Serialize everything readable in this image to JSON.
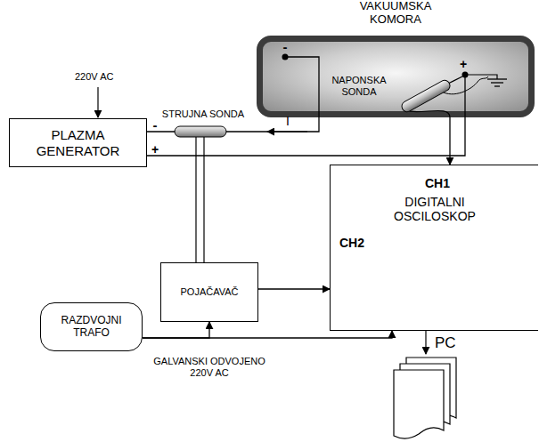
{
  "diagram": {
    "nodes": [
      {
        "text": [
          "VAKUUMSKA KOMORA"
        ]
      },
      {
        "text": [
          "PLAZMA GENERATOR"
        ]
      },
      {
        "text": [
          "CH1",
          "DIGITALNI OSCILOSKOP",
          "CH2"
        ]
      },
      {
        "text": [
          "POJAČAVAČ"
        ]
      },
      {
        "text": [
          "RAZDVOJNI TRAFO"
        ]
      }
    ],
    "edges": [
      {
        "from": 1,
        "to": 0,
        "arrow": "none"
      },
      {
        "from": 1,
        "to": 0,
        "arrow": "none"
      },
      {
        "from": 0,
        "to": 2,
        "arrow": "to"
      },
      {
        "from": 3,
        "to": 2,
        "arrow": "to"
      },
      {
        "from": 4,
        "to": 3,
        "arrow": "to"
      },
      {
        "from": 4,
        "to": 2,
        "arrow": "to"
      }
    ],
    "labels": [
      "220V AC",
      "STRUJNA SONDA",
      "I",
      "NAPONSKA SONDA",
      "-",
      "+",
      "-",
      "+",
      "GALVANSKI ODVOJENO 220V AC",
      "PC"
    ]
  }
}
